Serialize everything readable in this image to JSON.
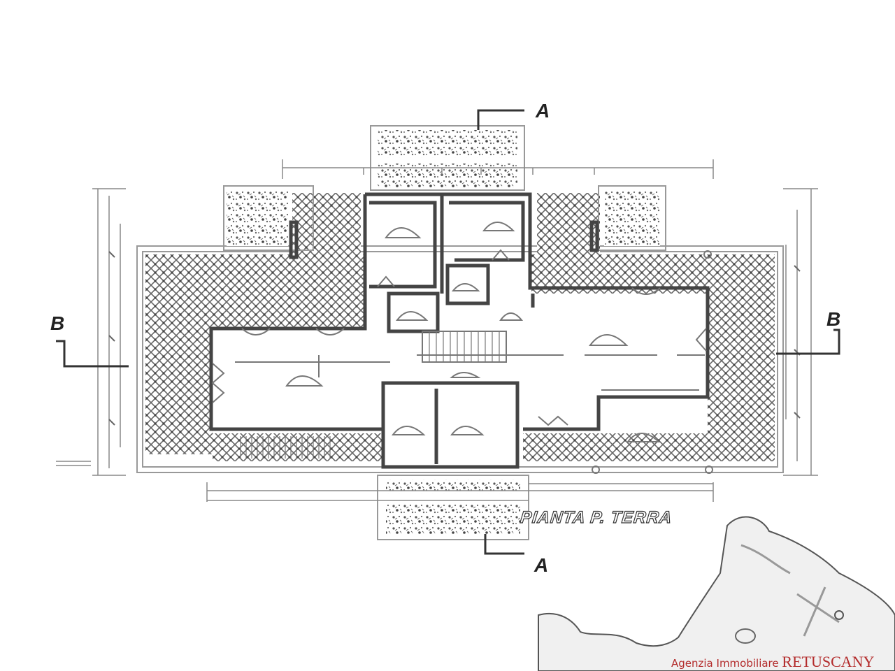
{
  "plan": {
    "title": "PIANTA P. TERRA",
    "section_markers": {
      "a_top": "A",
      "a_bottom": "A",
      "b_left": "B",
      "b_right": "B"
    }
  },
  "watermark": {
    "prefix": "Agenzia Immobiliare",
    "brand": "RETUSCANY"
  },
  "colors": {
    "ink": "#333333",
    "hatch": "#555555",
    "watermark": "#b32b2b"
  }
}
